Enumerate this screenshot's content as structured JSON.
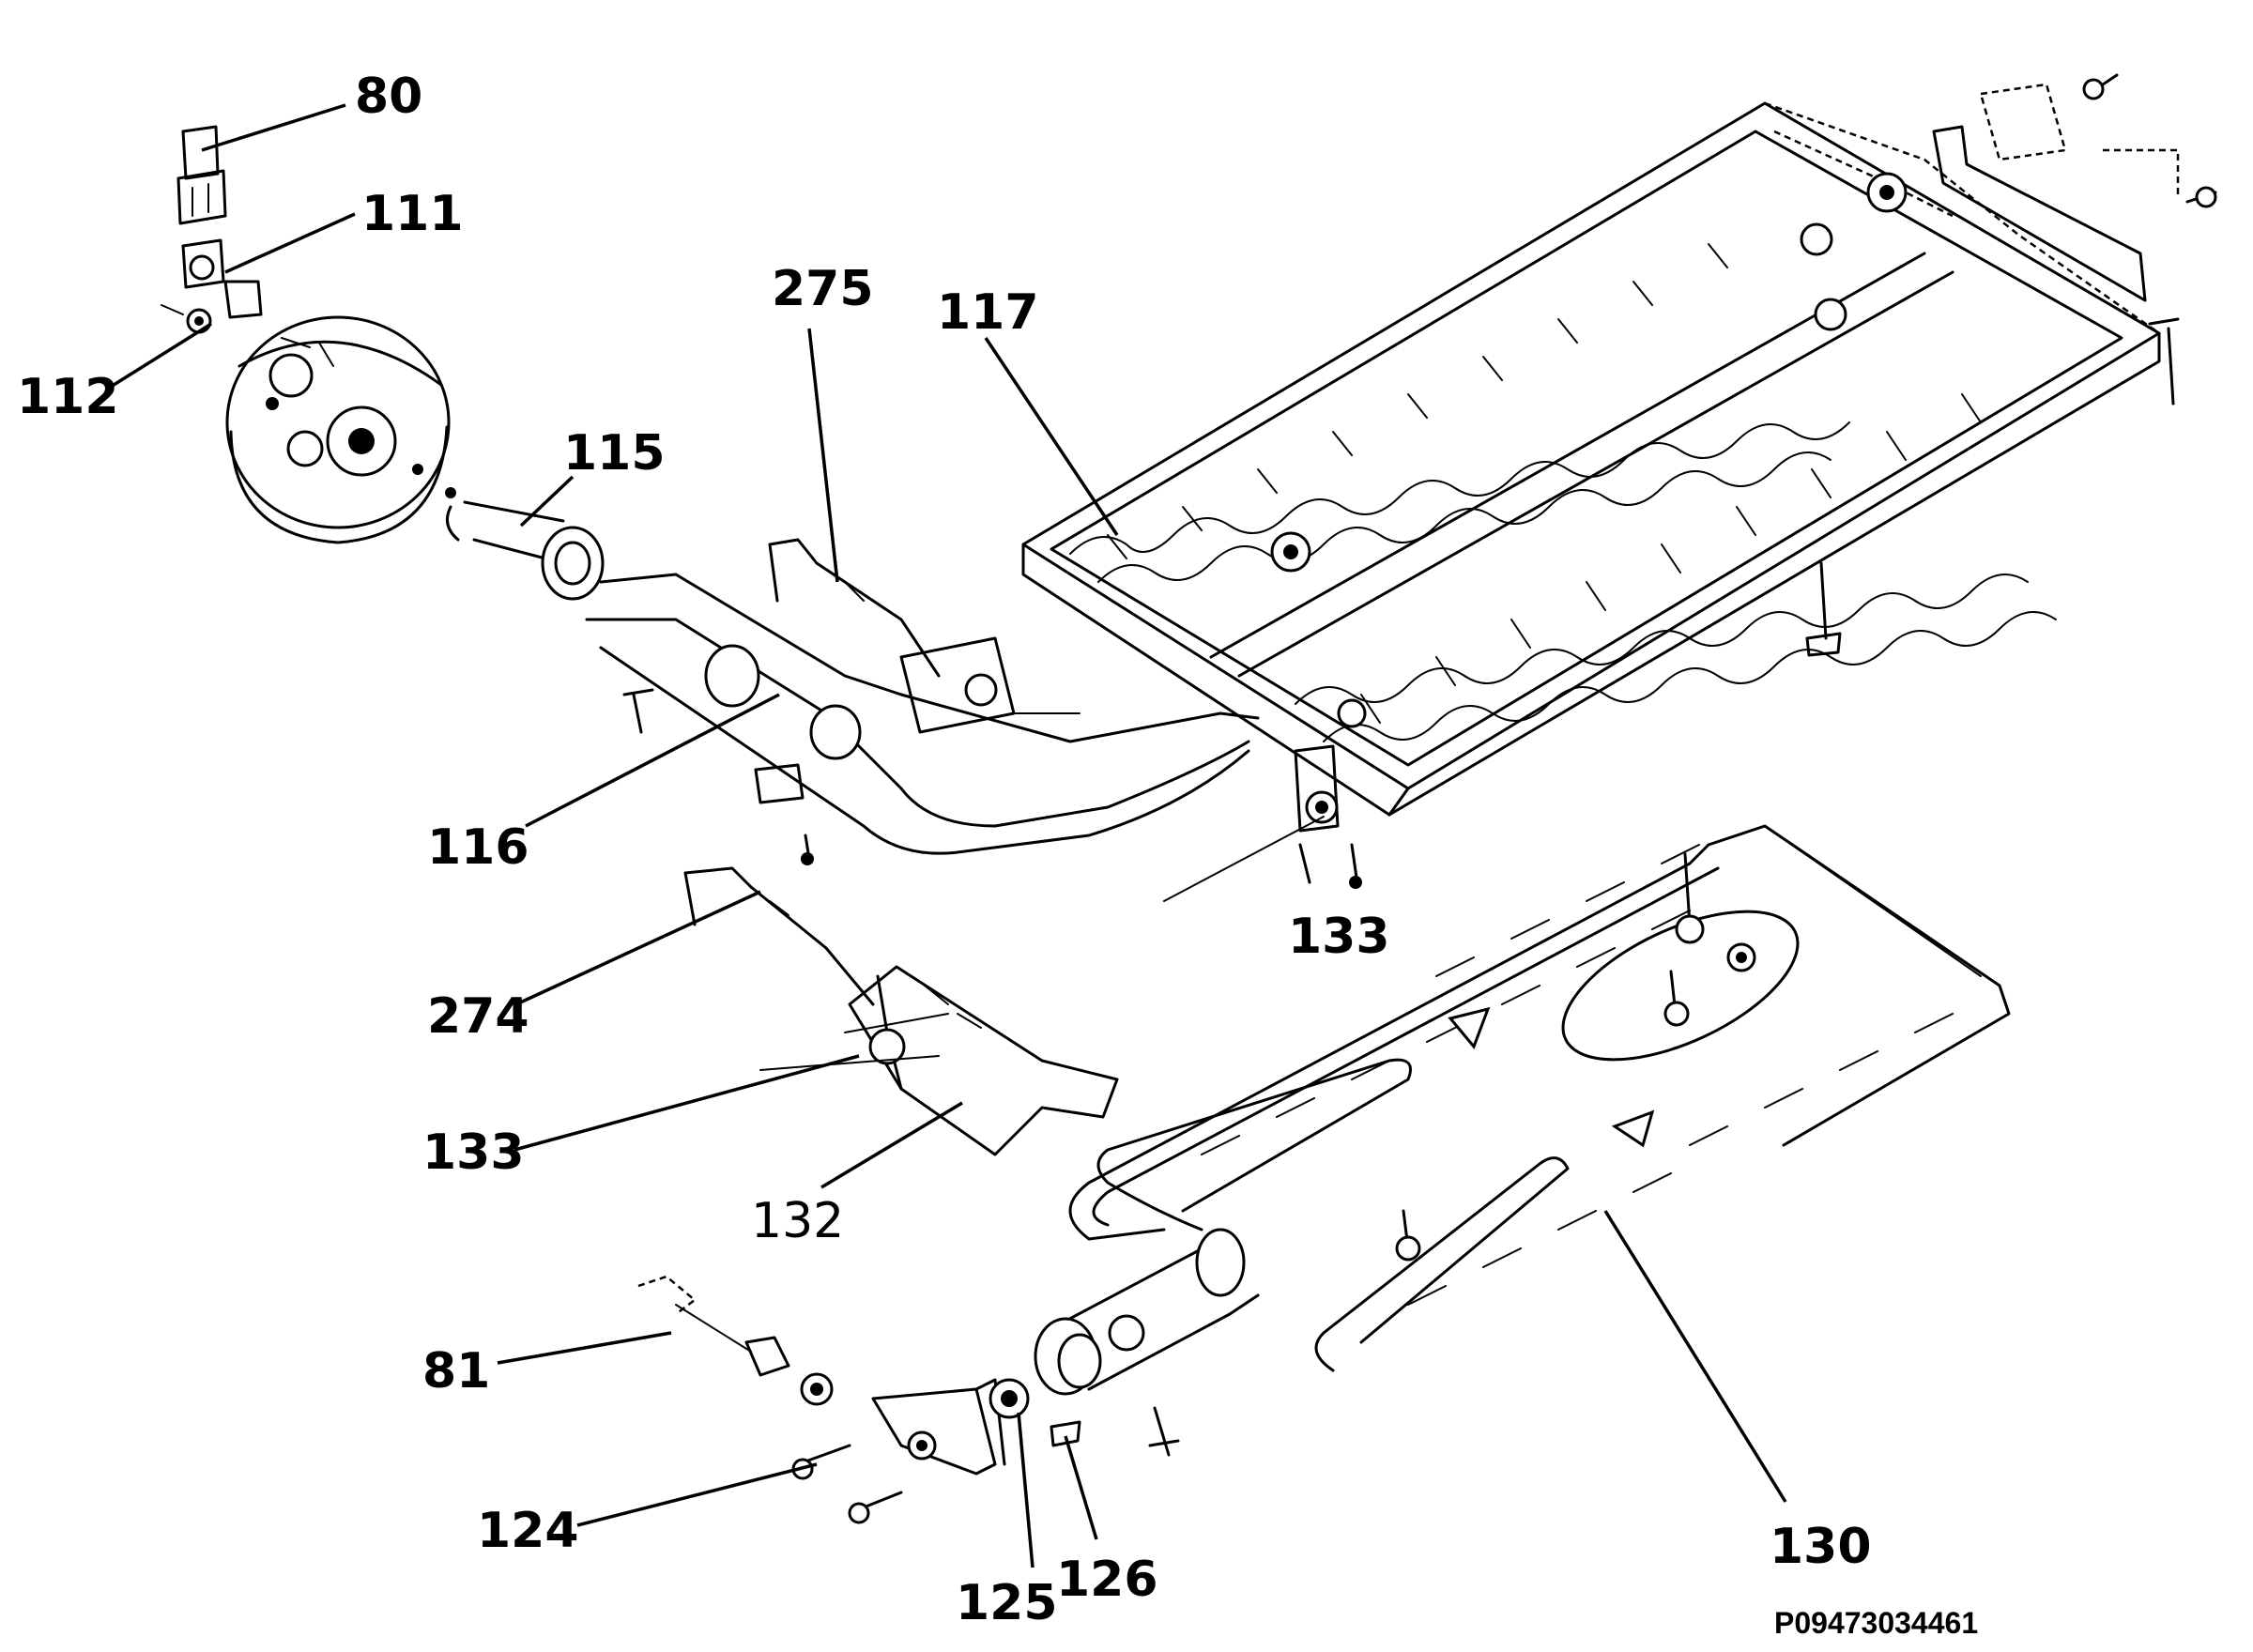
{
  "callouts": {
    "c80": "80",
    "c111": "111",
    "c112": "112",
    "c115": "115",
    "c275": "275",
    "c117": "117",
    "c116": "116",
    "c133a": "133",
    "c274": "274",
    "c133b": "133",
    "c132": "132",
    "c81": "81",
    "c124": "124",
    "c125": "125",
    "c126": "126",
    "c130": "130"
  },
  "reference_code": "P09473034461"
}
